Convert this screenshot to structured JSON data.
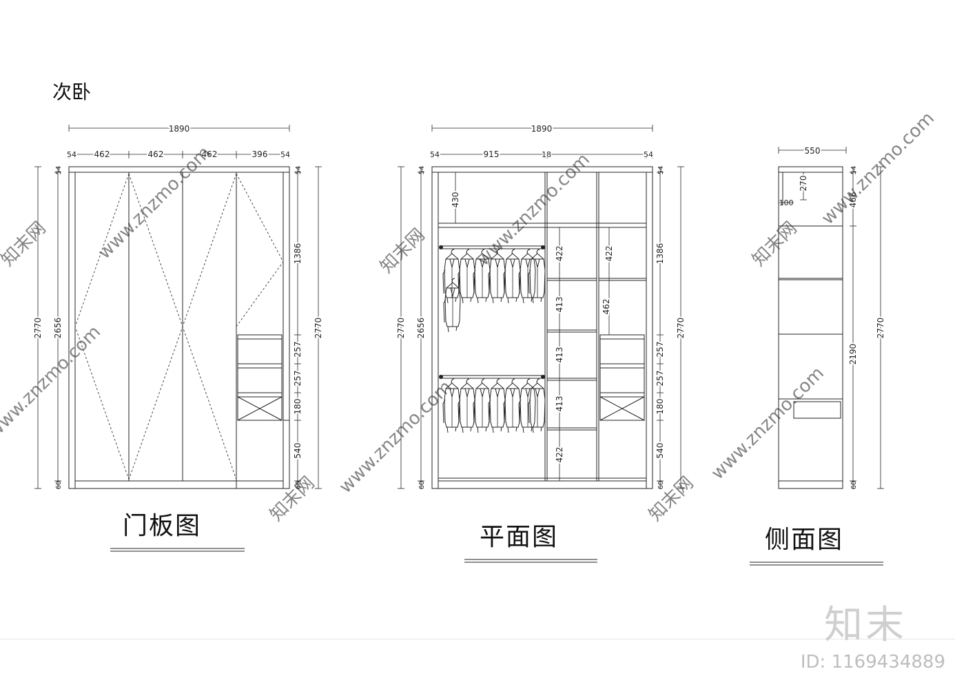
{
  "room_title": "次卧",
  "views": {
    "door_panel": {
      "title": "门板图",
      "dims": {
        "overall_width": "1890",
        "segments": [
          "54",
          "462",
          "462",
          "462",
          "396",
          "54"
        ],
        "overall_height": "2770",
        "inner_height": "2656",
        "right_top": "54",
        "right_mid": "1386",
        "right_257a": "257",
        "right_257b": "257",
        "right_180": "180",
        "right_540": "540",
        "left_top": "54",
        "left_bottom": "60",
        "right_bottom": "60"
      }
    },
    "plan": {
      "title": "平面图",
      "dims": {
        "overall_width": "1890",
        "seg_54_left": "54",
        "seg_915": "915",
        "seg_18": "18",
        "seg_54_right": "54",
        "overall_height_left": "2770",
        "inner_height": "2656",
        "top_430": "430",
        "col_422_top": "422",
        "col_413_a": "413",
        "col_413_b": "413",
        "col_413_c": "413",
        "col_422_bottom": "422",
        "right_422": "422",
        "right_462": "462",
        "left_top": "54",
        "left_bottom": "60",
        "right_top": "54",
        "right_1386": "1386",
        "right_257a": "257",
        "right_257b": "257",
        "right_180": "180",
        "right_540": "540",
        "right_bottom": "60",
        "overall_height_right": "2770"
      }
    },
    "side": {
      "title": "侧面图",
      "dims": {
        "depth": "550",
        "top_270": "270",
        "top_100": "100",
        "right_top": "54",
        "right_466": "466",
        "right_2190": "2190",
        "right_bottom": "60",
        "overall_height": "2770"
      }
    }
  },
  "watermarks": {
    "site": "www.znzmo.com",
    "cn": "知末网"
  },
  "brand": "知末",
  "image_id": "ID: 1169434889"
}
